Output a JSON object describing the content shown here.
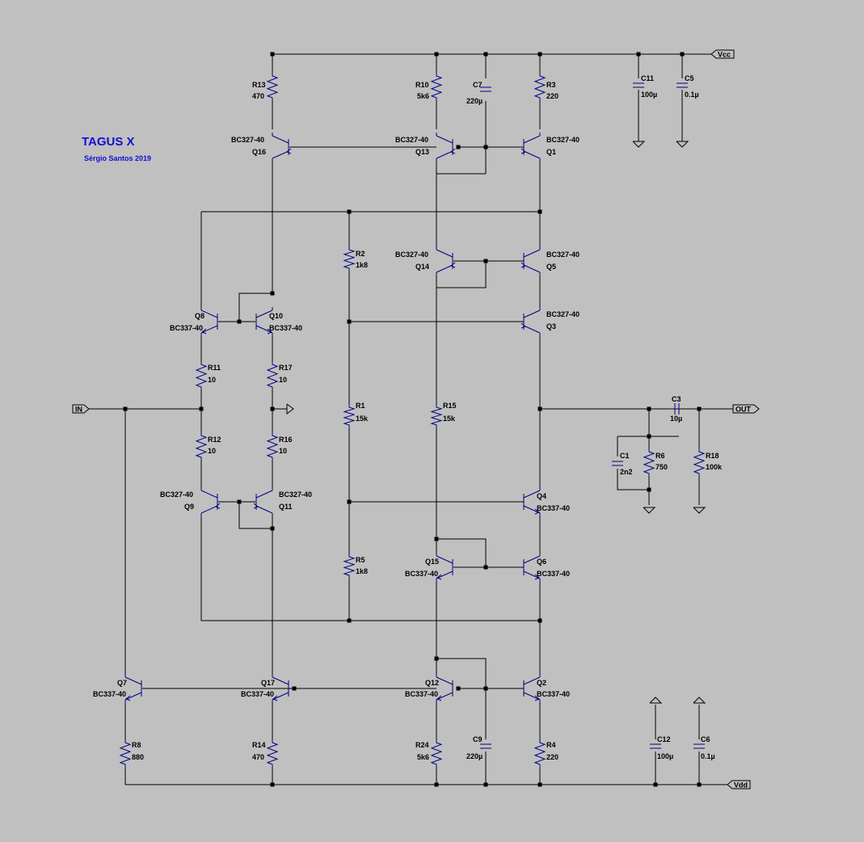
{
  "title": "TAGUS X",
  "author": "Sérgio Santos 2019",
  "nets": {
    "vcc": "Vcc",
    "vdd": "Vdd",
    "in": "IN",
    "out": "OUT"
  },
  "components": {
    "R13": {
      "ref": "R13",
      "value": "470"
    },
    "R10": {
      "ref": "R10",
      "value": "5k6"
    },
    "C7": {
      "ref": "C7",
      "value": "220µ"
    },
    "R3": {
      "ref": "R3",
      "value": "220"
    },
    "C11": {
      "ref": "C11",
      "value": "100µ"
    },
    "C5": {
      "ref": "C5",
      "value": "0.1µ"
    },
    "Q16": {
      "ref": "Q16",
      "value": "BC327-40"
    },
    "Q13": {
      "ref": "Q13",
      "value": "BC327-40"
    },
    "Q1": {
      "ref": "Q1",
      "value": "BC327-40"
    },
    "R2": {
      "ref": "R2",
      "value": "1k8"
    },
    "Q14": {
      "ref": "Q14",
      "value": "BC327-40"
    },
    "Q5": {
      "ref": "Q5",
      "value": "BC327-40"
    },
    "Q8": {
      "ref": "Q8",
      "value": "BC337-40"
    },
    "Q10": {
      "ref": "Q10",
      "value": "BC337-40"
    },
    "Q3": {
      "ref": "Q3",
      "value": "BC327-40"
    },
    "R11": {
      "ref": "R11",
      "value": "10"
    },
    "R17": {
      "ref": "R17",
      "value": "10"
    },
    "R1": {
      "ref": "R1",
      "value": "15k"
    },
    "R15": {
      "ref": "R15",
      "value": "15k"
    },
    "C3": {
      "ref": "C3",
      "value": "10µ"
    },
    "R12": {
      "ref": "R12",
      "value": "10"
    },
    "R16": {
      "ref": "R16",
      "value": "10"
    },
    "C1": {
      "ref": "C1",
      "value": "2n2"
    },
    "R6": {
      "ref": "R6",
      "value": "750"
    },
    "R18": {
      "ref": "R18",
      "value": "100k"
    },
    "Q9": {
      "ref": "Q9",
      "value": "BC327-40"
    },
    "Q11": {
      "ref": "Q11",
      "value": "BC327-40"
    },
    "Q4": {
      "ref": "Q4",
      "value": "BC337-40"
    },
    "R5": {
      "ref": "R5",
      "value": "1k8"
    },
    "Q15": {
      "ref": "Q15",
      "value": "BC337-40"
    },
    "Q6": {
      "ref": "Q6",
      "value": "BC337-40"
    },
    "Q7": {
      "ref": "Q7",
      "value": "BC337-40"
    },
    "Q17": {
      "ref": "Q17",
      "value": "BC337-40"
    },
    "Q12": {
      "ref": "Q12",
      "value": "BC337-40"
    },
    "Q2": {
      "ref": "Q2",
      "value": "BC337-40"
    },
    "R8": {
      "ref": "R8",
      "value": "880"
    },
    "R14": {
      "ref": "R14",
      "value": "470"
    },
    "R24": {
      "ref": "R24",
      "value": "5k6"
    },
    "C9": {
      "ref": "C9",
      "value": "220µ"
    },
    "R4": {
      "ref": "R4",
      "value": "220"
    },
    "C12": {
      "ref": "C12",
      "value": "100µ"
    },
    "C6": {
      "ref": "C6",
      "value": "0.1µ"
    }
  }
}
